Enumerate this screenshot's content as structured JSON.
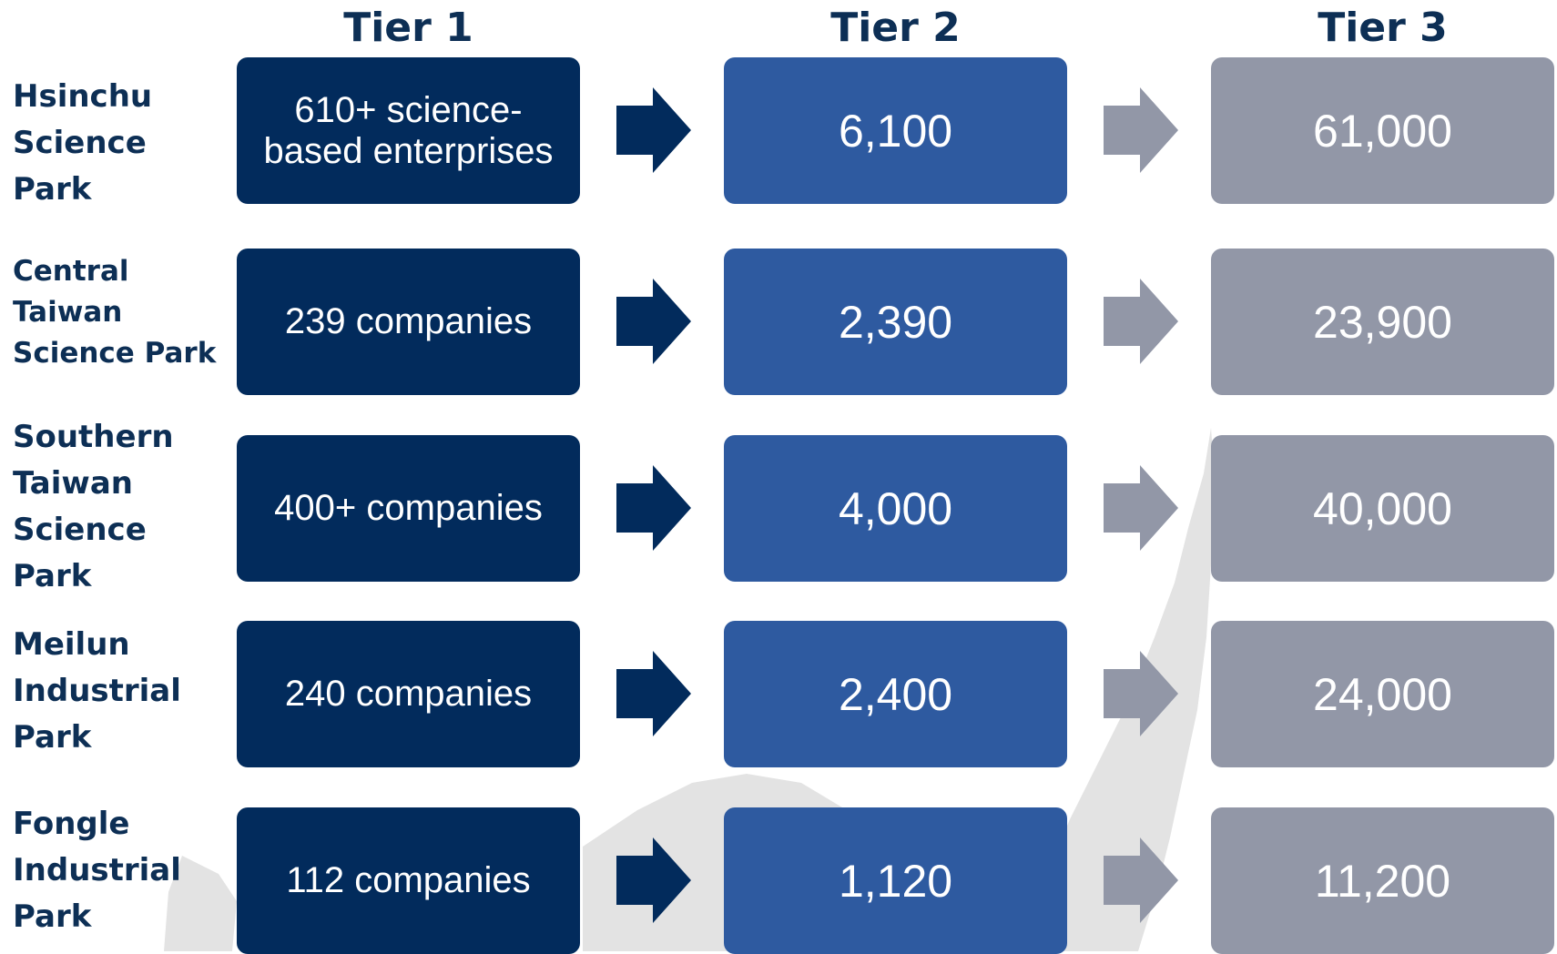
{
  "headers": {
    "tier1": "Tier 1",
    "tier2": "Tier 2",
    "tier3": "Tier 3"
  },
  "colors": {
    "heading_text": "#0d2f55",
    "tier1_box": "#022b5c",
    "tier2_box": "#2e5aa0",
    "tier3_box": "#9297a7",
    "arrow_dark": "#022b5c",
    "arrow_gray": "#9297a7",
    "map_silhouette": "#e3e3e3"
  },
  "rows": [
    {
      "label_lines": [
        "Hsinchu",
        "Science",
        "Park"
      ],
      "tier1": "610+ science-based enterprises",
      "tier2": "6,100",
      "tier3": "61,000"
    },
    {
      "label_lines": [
        "Central",
        "Taiwan",
        "Science Park"
      ],
      "tier1": "239 companies",
      "tier2": "2,390",
      "tier3": "23,900"
    },
    {
      "label_lines": [
        "Southern",
        "Taiwan",
        "Science",
        "Park"
      ],
      "tier1": "400+ companies",
      "tier2": "4,000",
      "tier3": "40,000"
    },
    {
      "label_lines": [
        "Meilun",
        "Industrial",
        "Park"
      ],
      "tier1": "240 companies",
      "tier2": "2,400",
      "tier3": "24,000"
    },
    {
      "label_lines": [
        "Fongle",
        "Industrial",
        "Park"
      ],
      "tier1": "112 companies",
      "tier2": "1,120",
      "tier3": "11,200"
    }
  ]
}
